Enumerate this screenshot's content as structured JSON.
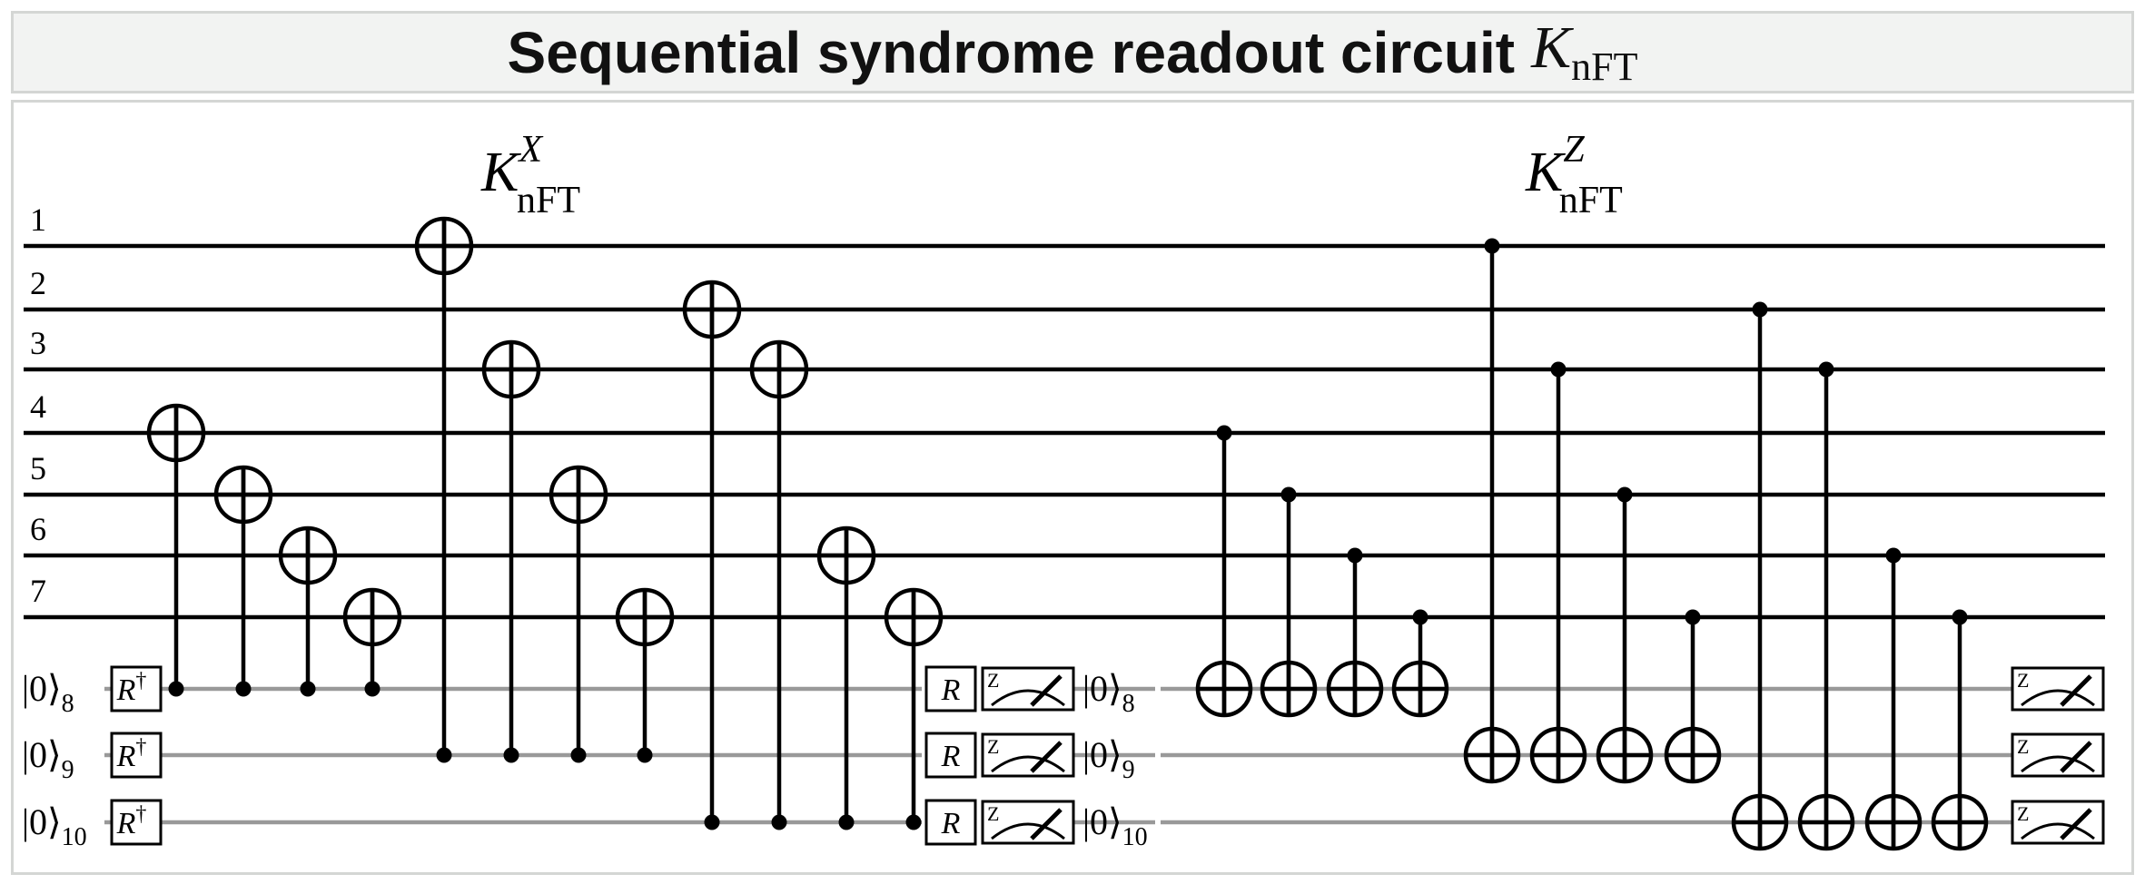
{
  "title": {
    "text": "Sequential syndrome readout circuit",
    "math_symbol": "K",
    "math_subscript": "nFT"
  },
  "colors": {
    "data_wire": "#000000",
    "ancilla_wire": "#999999",
    "title_background": "#f2f3f2",
    "border": "#d4d6d4"
  },
  "circuit": {
    "sections": [
      {
        "symbol": "K",
        "superscript": "X",
        "subscript": "nFT"
      },
      {
        "symbol": "K",
        "superscript": "Z",
        "subscript": "nFT"
      }
    ],
    "data_qubit_labels": [
      "1",
      "2",
      "3",
      "4",
      "5",
      "6",
      "7"
    ],
    "ancilla_labels": [
      {
        "ket": "|0⟩",
        "sub": "8"
      },
      {
        "ket": "|0⟩",
        "sub": "9"
      },
      {
        "ket": "|0⟩",
        "sub": "10"
      }
    ],
    "gate_labels": {
      "rdag": "R",
      "rdag_sup": "†",
      "r": "R",
      "meter": "Z"
    },
    "x_block_gates": [
      {
        "ctrl": 8,
        "tgt": 4
      },
      {
        "ctrl": 8,
        "tgt": 5
      },
      {
        "ctrl": 8,
        "tgt": 6
      },
      {
        "ctrl": 8,
        "tgt": 7
      },
      {
        "ctrl": 9,
        "tgt": 1
      },
      {
        "ctrl": 9,
        "tgt": 3
      },
      {
        "ctrl": 9,
        "tgt": 5
      },
      {
        "ctrl": 9,
        "tgt": 7
      },
      {
        "ctrl": 10,
        "tgt": 2
      },
      {
        "ctrl": 10,
        "tgt": 3
      },
      {
        "ctrl": 10,
        "tgt": 6
      },
      {
        "ctrl": 10,
        "tgt": 7
      }
    ],
    "z_block_gates": [
      {
        "ctrl": 4,
        "tgt": 8
      },
      {
        "ctrl": 5,
        "tgt": 8
      },
      {
        "ctrl": 6,
        "tgt": 8
      },
      {
        "ctrl": 7,
        "tgt": 8
      },
      {
        "ctrl": 1,
        "tgt": 9
      },
      {
        "ctrl": 3,
        "tgt": 9
      },
      {
        "ctrl": 5,
        "tgt": 9
      },
      {
        "ctrl": 7,
        "tgt": 9
      },
      {
        "ctrl": 2,
        "tgt": 10
      },
      {
        "ctrl": 3,
        "tgt": 10
      },
      {
        "ctrl": 6,
        "tgt": 10
      },
      {
        "ctrl": 7,
        "tgt": 10
      }
    ]
  }
}
